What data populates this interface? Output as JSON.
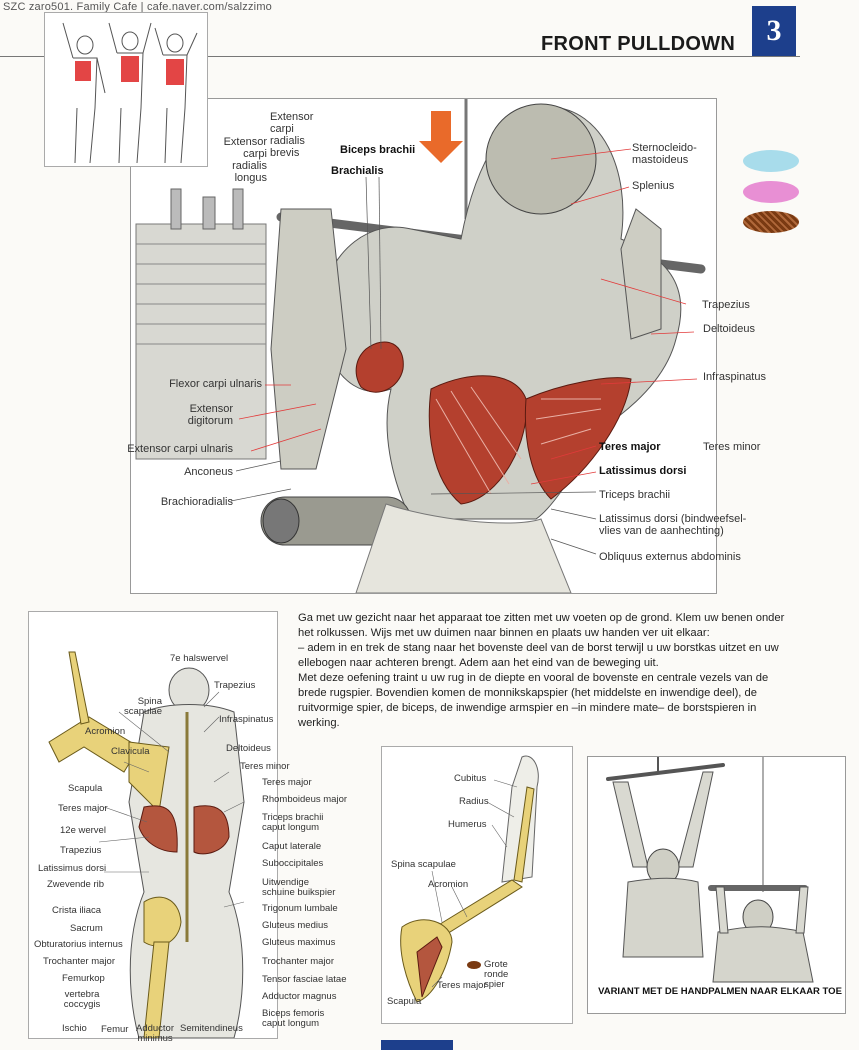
{
  "watermark": "SZC zaro501. Family Cafe | cafe.naver.com/salzzimo",
  "header": {
    "title": "FRONT PULLDOWN",
    "page_number": "3"
  },
  "legend_colors": [
    "#a8dceb",
    "#e88fd4",
    "#7a3a12"
  ],
  "main_figure": {
    "labels_left": [
      "Extensor carpi radialis longus",
      "Extensor carpi radialis brevis",
      "Flexor carpi ulnaris",
      "Extensor digitorum",
      "Extensor carpi ulnaris",
      "Anconeus",
      "Brachioradialis"
    ],
    "labels_top": {
      "biceps": "Biceps brachii",
      "brachialis": "Brachialis"
    },
    "labels_right": [
      "Sternocleido-mastoideus",
      "Splenius",
      "Trapezius",
      "Deltoideus",
      "Infraspinatus",
      "Teres minor",
      "Teres major",
      "Latissimus dorsi",
      "Triceps brachii",
      "Latissimus dorsi (bindweefsel-vlies van de aanhechting)",
      "Obliquus externus abdominis"
    ]
  },
  "description": {
    "paragraphs": [
      "Ga met uw gezicht naar het apparaat toe zitten met uw voeten op de grond. Klem uw benen onder het rolkussen. Wijs met uw duimen naar binnen en plaats uw handen ver uit elkaar:",
      "– adem in en trek de stang naar het bovenste deel van de borst terwijl u uw borstkas uitzet en uw ellebogen naar achteren brengt. Adem aan het eind van de beweging uit.",
      "Met deze oefening traint u uw rug in de diepte en vooral de bovenste en centrale vezels van de brede rugspier. Bovendien komen de monnikskapspier (het middelste en inwendige deel), de ruitvormige spier, de biceps, de inwendige armspier en –in mindere mate– de borstspieren in werking."
    ]
  },
  "anatomy_figure": {
    "top": "7e halswervel",
    "left": [
      "Spina scapulae",
      "Acromion",
      "Clavicula",
      "Scapula",
      "Teres major",
      "12e wervel",
      "Trapezius",
      "Latissimus dorsi",
      "Zwevende rib",
      "Crista iliaca",
      "Sacrum",
      "Obturatorius internus",
      "Trochanter major",
      "Femurkop",
      "vertebra coccygis"
    ],
    "right": [
      "Trapezius",
      "Infraspinatus",
      "Deltoideus",
      "Teres minor",
      "Teres major",
      "Rhomboideus major",
      "Triceps brachii caput longum",
      "Caput laterale",
      "Suboccipitales",
      "Uitwendige schuine buikspier",
      "Trigonum lumbale",
      "Gluteus medius",
      "Gluteus maximus",
      "Trochanter major",
      "Tensor fasciae latae",
      "Adductor magnus",
      "Biceps femoris caput longum"
    ],
    "bottom": [
      "Ischio",
      "Femur",
      "Adductor minimus",
      "Semitendineus"
    ]
  },
  "scapula_figure": {
    "labels": [
      "Cubitus",
      "Radius",
      "Humerus",
      "Spina scapulae",
      "Acromion",
      "Grote ronde spier",
      "Teres major",
      "Scapula"
    ]
  },
  "variant_figure": {
    "caption": "VARIANT MET DE HANDPALMEN NAAR ELKAAR TOE"
  }
}
